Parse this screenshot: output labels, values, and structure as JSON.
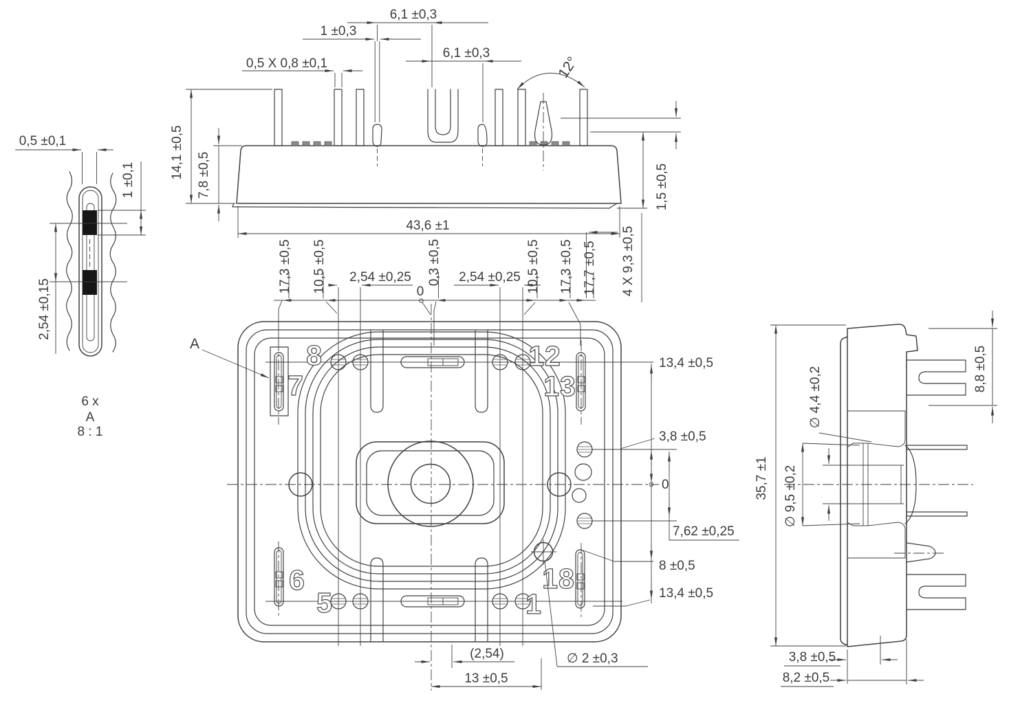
{
  "colors": {
    "line": "#3f3f3f",
    "text": "#3b3b3b",
    "background": "#ffffff",
    "black_fill": "#161616"
  },
  "detail_view": {
    "dim_slot_width": "0,5 ±0,1",
    "dim_contact_length": "1 ±0,1",
    "dim_contact_pitch": "2,54 ±0,15",
    "caption_quantity": "6 x",
    "caption_detail": "A",
    "caption_scale": "8 : 1"
  },
  "front_view": {
    "dim_pin_gap_left": "6,1 ±0,3",
    "dim_pin_width": "1 ±0,3",
    "dim_pin_chamfer": "0,5 X 0,8 ±0,1",
    "dim_pin_gap_right": "6,1 ±0,3",
    "dim_latch_angle": "12°",
    "dim_height_total": "14,1 ±0,5",
    "dim_height_body": "7,8 ±0,5",
    "dim_width_body": "43,6 ±1",
    "dim_latch_step": "1,5 ±0,5",
    "dim_pin_length": "4 X 9,3 ±0,5"
  },
  "bottom_view": {
    "detail_marker": "A",
    "pin_labels": [
      "8",
      "12",
      "7",
      "13",
      "6",
      "5",
      "1",
      "18"
    ],
    "dims_top": {
      "d17_3_left": "17,3 ±0,5",
      "d10_5_left": "10,5 ±0,5",
      "d2_54_left": "2,54 ±0,25",
      "zero": "0",
      "d0_3": "0,3 ±0,5",
      "d2_54_right": "2,54 ±0,25",
      "d10_5_right": "10,5 ±0,5",
      "d17_3_right": "17,3 ±0,5",
      "d17_7": "17,7 ±0,5"
    },
    "dims_right": {
      "d13_4_top": "13,4 ±0,5",
      "d3_8": "3,8 ±0,5",
      "zero": "0",
      "d7_62": "7,62 ±0,25",
      "d8": "8 ±0,5",
      "d13_4_bottom": "13,4 ±0,5"
    },
    "dims_bottom": {
      "d2_54_ref": "(2,54)",
      "d13": "13 ±0,5",
      "d_hole": "∅ 2 ±0,3"
    }
  },
  "side_view": {
    "dim_height": "35,7 ±1",
    "dim_bore_small": "∅ 4,4 ±0,2",
    "dim_bore_large": "∅ 9,5 ±0,2",
    "dim_pin_span": "8,8 ±0,5",
    "dim_depth_step": "3,8 ±0,5",
    "dim_depth_total": "8,2 ±0,5"
  }
}
